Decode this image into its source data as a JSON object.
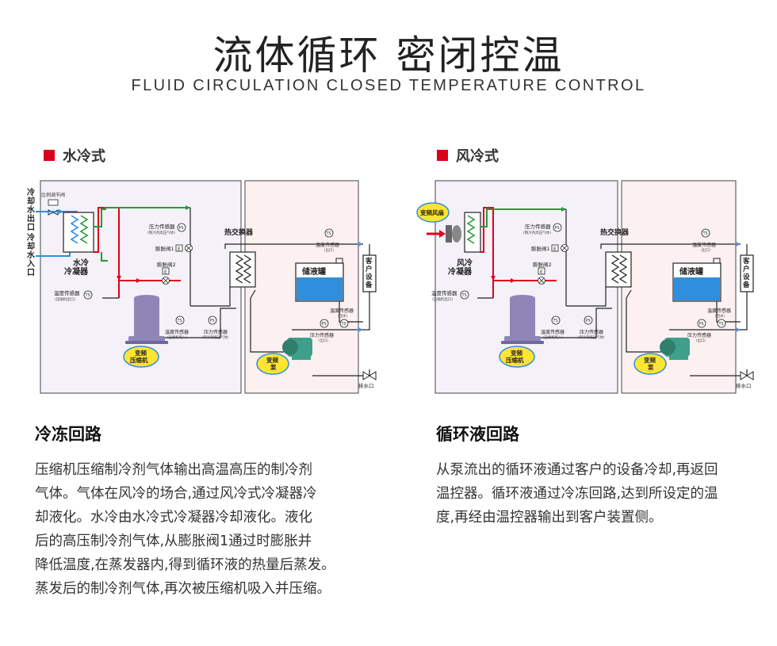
{
  "header": {
    "title": "流体循环 密闭控温",
    "subtitle": "FLUID CIRCULATION   CLOSED TEMPERATURE CONTROL"
  },
  "left": {
    "label": "水冷式",
    "cooling_water_out": "冷却水出口",
    "cooling_water_in": "冷却水入口",
    "valve_label": "比例调节阀",
    "condenser": "水冷\n冷凝器",
    "pressure_sensor": "压力传感器",
    "pressure_sensor_sub": "(制冷剂高压气体)",
    "expansion_valve_1": "膨胀阀1",
    "expansion_valve_2": "膨胀阀2",
    "temp_sensor_a": "温度传感器",
    "temp_sensor_a_sub": "(压缩机出口)",
    "temp_sensor_b": "温度传感器",
    "temp_sensor_b_sub": "(压缩机吸入)",
    "pressure_sensor_c": "压力传感器",
    "pressure_sensor_c_sub": "(制冷剂低压气体)",
    "compressor": "变频\n压缩机",
    "heat_exchanger": "热交换器",
    "tank": "储液罐",
    "customer": "客户设备",
    "temp_sensor_top": "温度传感器",
    "temp_sensor_top_sub": "(出口)",
    "temp_sensor_tank": "温度传感器",
    "temp_sensor_tank_sub": "(回水)",
    "pressure_sensor_pump": "压力传感器",
    "pressure_sensor_pump_sub": "(出口)",
    "pump": "变频\n泵",
    "drain": "排水口"
  },
  "right": {
    "label": "风冷式",
    "fan": "变频风扇",
    "condenser": "风冷\n冷凝器"
  },
  "icons": {
    "ts": "TS",
    "ps": "PS",
    "e": "E"
  },
  "sections": {
    "refrigeration": {
      "heading": "冷冻回路",
      "text": "压缩机压缩制冷剂气体输出高温高压的制冷剂\n气体。气体在风冷的场合,通过风冷式冷凝器冷\n却液化。水冷由水冷式冷凝器冷却液化。液化\n后的高压制冷剂气体,从膨胀阀1通过时膨胀并\n降低温度,在蒸发器内,得到循环液的热量后蒸发。\n蒸发后的制冷剂气体,再次被压缩机吸入并压缩。"
    },
    "circulation": {
      "heading": "循环液回路",
      "text": "从泵流出的循环液通过客户的设备冷却,再返回\n温控器。循环液通过冷冻回路,达到所设定的温\n度,再经由温控器输出到客户装置侧。"
    }
  },
  "colors": {
    "red": "#e0001b",
    "green": "#2a9a3a",
    "blue": "#2f8fdc",
    "dark": "#222222",
    "left_panel": "#f4f1f8",
    "right_panel": "#fdf0f1",
    "badge": "#ffe533",
    "compressor": "#8f86b7",
    "pump": "#3e9f8a"
  }
}
